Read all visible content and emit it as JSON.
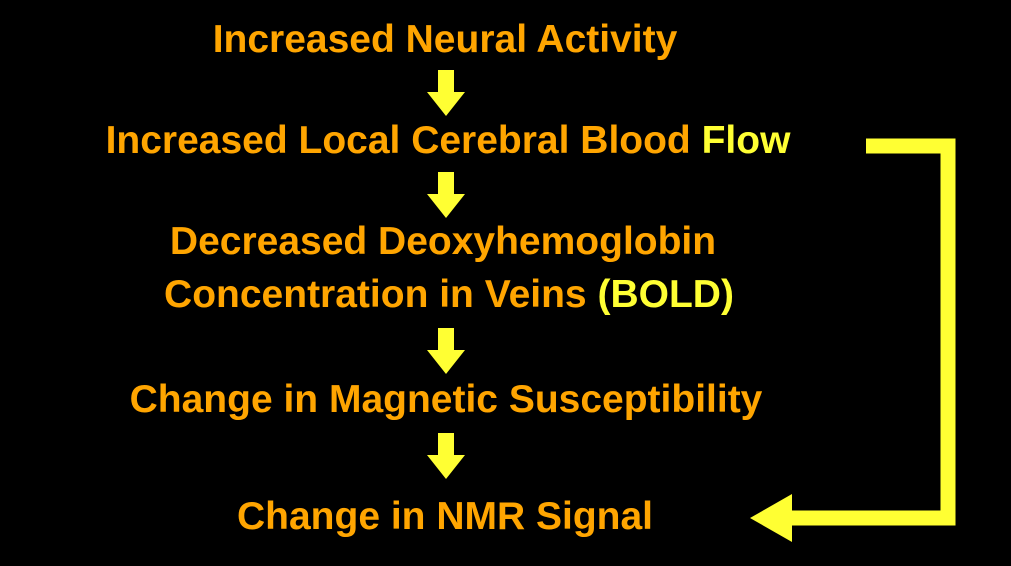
{
  "colors": {
    "background": "#000000",
    "text": "#FFA500",
    "highlight": "#FFFF33",
    "arrow": "#FFFF33"
  },
  "steps": {
    "neural_activity": "Increased Neural Activity",
    "blood_flow_a": "Increased Local Cerebral Blood",
    "blood_flow_b": "Flow",
    "deoxy_line1": "Decreased Deoxyhemoglobin",
    "deoxy_line2_a": "Concentration in Veins",
    "deoxy_line2_b": "(BOLD)",
    "susceptibility": "Change in Magnetic Susceptibility",
    "nmr_signal": "Change in NMR Signal"
  },
  "icons": {
    "flow_arrows": "arrow-down-icon",
    "bypass_connector": "arrow-left-icon"
  }
}
